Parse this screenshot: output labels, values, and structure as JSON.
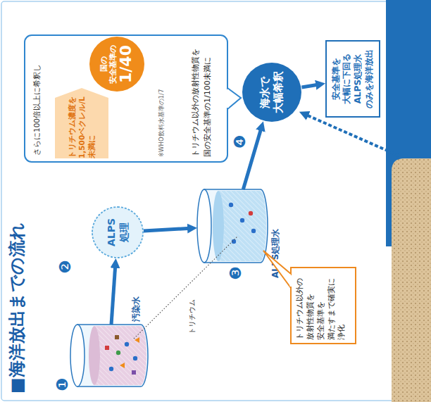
{
  "diagram": {
    "title": "■海洋放出までの流れ",
    "nodes": [
      {
        "text": [
          "汚染水"
        ]
      },
      {
        "text": [
          "ALPS 処理"
        ]
      },
      {
        "text": [
          "ALPS処理水"
        ]
      },
      {
        "text": [
          "トリチウム以外の 放射性物質を 安全基準を 満たすまで確実に 浄化"
        ]
      },
      {
        "text": [
          "さらに100倍以上に希釈し",
          "※WHO飲料水基準の1/7",
          "トリチウム以外の放射性物質を 国の安全基準の1/100未満に"
        ]
      },
      {
        "text": [
          "トリチウム濃度を 1,500ベクレル/L 未満に"
        ],
        "in": 4
      },
      {
        "text": [
          "国の 安全基準の",
          "1/40"
        ],
        "in": 4
      },
      {
        "text": [
          "海水で 大幅希釈"
        ]
      },
      {
        "text": [
          "安全基準を 大幅に下回る ALPS処理水 のみを海洋放出"
        ]
      }
    ],
    "edges": [
      {
        "from": 0,
        "to": 1,
        "arrow": "to"
      },
      {
        "from": 1,
        "to": 2,
        "arrow": "to"
      },
      {
        "from": 2,
        "to": 7,
        "arrow": "to"
      },
      {
        "from": 7,
        "to": 8,
        "arrow": "to"
      }
    ],
    "labels": [
      "❶",
      "❷",
      "❸",
      "❹",
      "トリチウム"
    ]
  }
}
